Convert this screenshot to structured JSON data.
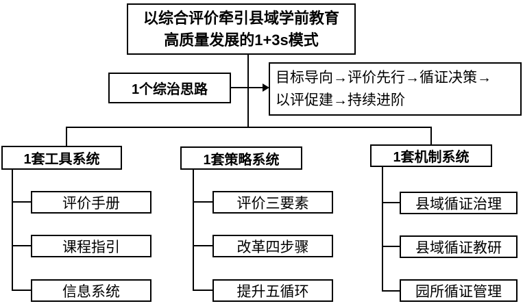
{
  "diagram": {
    "title": {
      "line1": "以综合评价牵引县域学前教育",
      "line2": "高质量发展的1+3s模式"
    },
    "approach": {
      "label": "1个综治思路",
      "path_line1": "目标导向→评价先行→循证决策→",
      "path_line2": "以评促建→持续进阶"
    },
    "systems": [
      {
        "label": "1套工具系统",
        "items": [
          "评价手册",
          "课程指引",
          "信息系统"
        ]
      },
      {
        "label": "1套策略系统",
        "items": [
          "评价三要素",
          "改革四步骤",
          "提升五循环"
        ]
      },
      {
        "label": "1套机制系统",
        "items": [
          "县域循证治理",
          "县域循证教研",
          "园所循证管理"
        ]
      }
    ],
    "colors": {
      "border": "#000000",
      "background": "#ffffff",
      "text": "#000000"
    }
  }
}
